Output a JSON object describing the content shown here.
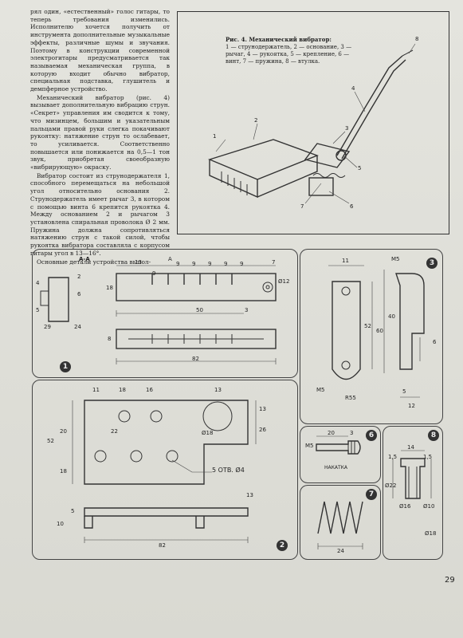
{
  "text_column": [
    "рял один, «естественный» голос гитары, то теперь требования изменились. Исполнителю хочется получить от инструмента дополнительные музыкальные эффекты, различные шумы и звучания. Поэтому в конструкции современной электрогитары предусматривается так называемая механическая группа, в которую входит обычно вибратор, специальная подставка, глушитель и демпферное устройство.",
    "Механический вибратор (рис. 4) вызывает дополнительную вибрацию струн. «Секрет» управления им сводится к тому, что мизинцем, большим и указательным пальцами правой руки слегка покачивают рукоятку: натяжение струн то ослабевает, то усиливается. Соответственно повышается или понижается на 0,5—1 тон звук, приобретая своеобразную «вибрирующую» окраску.",
    "Вибратор состоит из струнодержателя 1, способного перемещаться на небольшой угол относительно основания 2. Струнодержатель имеет рычаг 3, в котором с помощью винта 6 крепится рукоятка 4. Между основанием 2 и рычагом 3 установлена спиральная проволока Ø 2 мм. Пружина должна сопротивляться натяжению струн с такой силой, чтобы рукоятка вибратора составляла с корпусом гитары угол в 13—16°.",
    "Основные детали устройства выпол-"
  ],
  "figure4": {
    "title": "Рис. 4. Механический вибратор:",
    "legend": "1 — струнодержатель, 2 — основание, 3 — рычаг, 4 — рукоятка, 5 — крепление, 6 — винт, 7 — пружина, 8 — втулка.",
    "callouts": [
      "1",
      "2",
      "3",
      "4",
      "5",
      "6",
      "7",
      "8"
    ]
  },
  "drawing1": {
    "section_label": "А-А",
    "arrow_label": "А",
    "dims": [
      "13",
      "9",
      "9",
      "9",
      "9",
      "9",
      "7",
      "9",
      "18",
      "6",
      "4",
      "5",
      "2",
      "29",
      "24",
      "50",
      "3",
      "8",
      "82",
      "Ø12"
    ],
    "number": "1"
  },
  "drawing3": {
    "dims": [
      "11",
      "М5",
      "52",
      "60",
      "40",
      "6",
      "5",
      "12",
      "М5",
      "R55"
    ],
    "number": "3"
  },
  "drawing2": {
    "dims": [
      "11",
      "18",
      "16",
      "13",
      "13",
      "52",
      "20",
      "22",
      "18",
      "26",
      "Ø18",
      "5",
      "10",
      "82",
      "13"
    ],
    "holes_note": "5 ОТВ. Ø4",
    "number": "2"
  },
  "drawing6": {
    "dims": [
      "20",
      "3",
      "М5"
    ],
    "note": "НАКАТКА",
    "number": "6"
  },
  "drawing7": {
    "dims": [
      "24"
    ],
    "number": "7"
  },
  "drawing8": {
    "dims": [
      "14",
      "1,5",
      "1,5",
      "Ø22",
      "Ø16",
      "Ø10",
      "Ø18"
    ],
    "number": "8"
  },
  "page_number": "29"
}
